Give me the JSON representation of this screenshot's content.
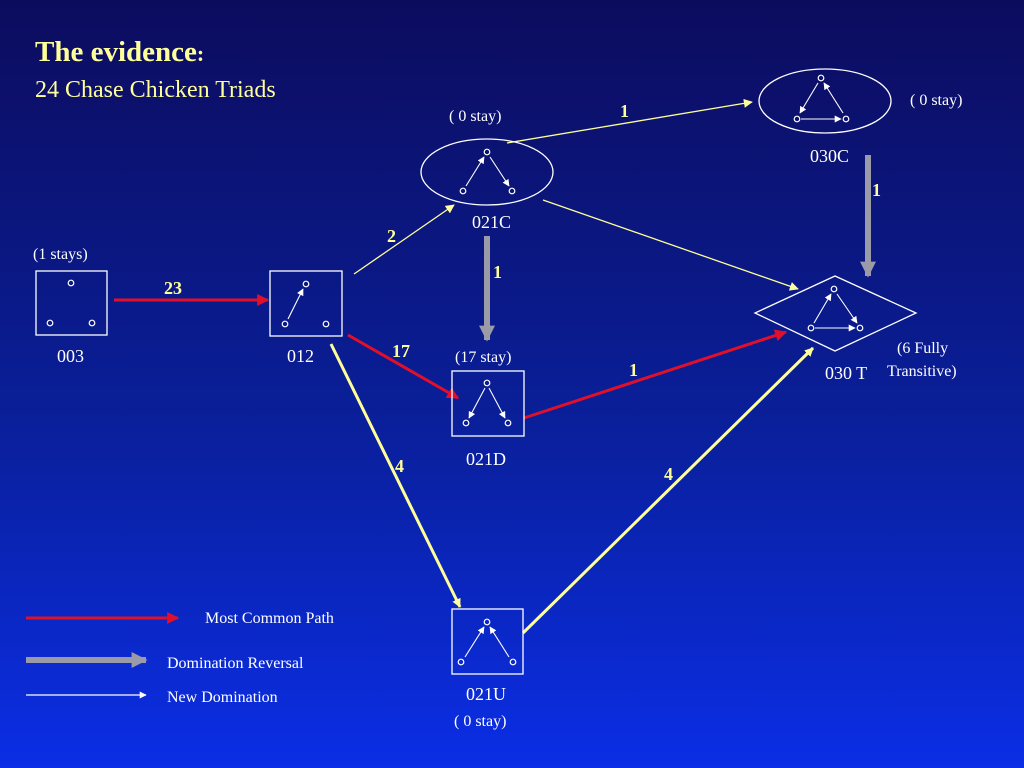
{
  "title": "The evidence",
  "title_colon": ":",
  "subtitle": "24 Chase Chicken Triads",
  "colors": {
    "background_top": "#0c0c5e",
    "background_bottom": "#0b2ee6",
    "title_yellow": "#ffff99",
    "common_path_red": "#e0102a",
    "reversal_gray": "#9a9aa8",
    "new_domination_yellow": "#ffff99"
  },
  "nodes": {
    "n003": {
      "label": "003",
      "stay": "(1 stays)"
    },
    "n012": {
      "label": "012"
    },
    "n021c": {
      "label": "021C",
      "stay": "( 0 stay)"
    },
    "n021d": {
      "label": "021D",
      "stay": "(17 stay)"
    },
    "n021u": {
      "label": "021U",
      "stay": "( 0 stay)"
    },
    "n030c": {
      "label": "030C",
      "stay": "( 0 stay)"
    },
    "n030t": {
      "label": "030 T",
      "stay_line1": "(6 Fully",
      "stay_line2": "Transitive)"
    }
  },
  "edges": {
    "e003_012": "23",
    "e012_021c": "2",
    "e012_021d": "17",
    "e012_021u": "4",
    "e021c_030c": "1",
    "e021c_021d": "1",
    "e030c_030t": "1",
    "e021d_030t": "1",
    "e021u_030t": "4"
  },
  "legend": {
    "common": "Most Common Path",
    "reversal": "Domination Reversal",
    "new": "New Domination"
  }
}
